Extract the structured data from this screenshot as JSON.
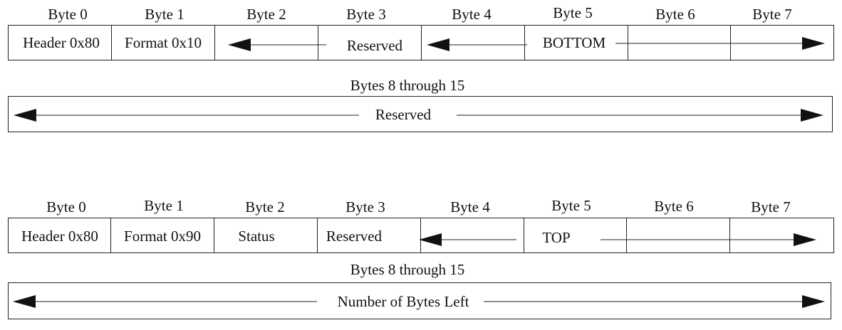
{
  "diagram_a": {
    "byte_labels": [
      "Byte 0",
      "Byte 1",
      "Byte 2",
      "Byte 3",
      "Byte 4",
      "Byte 5",
      "Byte 6",
      "Byte 7"
    ],
    "cell_header": "Header 0x80",
    "cell_format": "Format 0x10",
    "cell_reserved": "Reserved",
    "cell_bottom": "BOTTOM",
    "bytes_label": "Bytes 8 through 15",
    "wide_reserved": "Reserved"
  },
  "diagram_b": {
    "byte_labels": [
      "Byte 0",
      "Byte 1",
      "Byte 2",
      "Byte 3",
      "Byte 4",
      "Byte 5",
      "Byte 6",
      "Byte 7"
    ],
    "cell_header": "Header 0x80",
    "cell_format": "Format 0x90",
    "cell_status": "Status",
    "cell_reserved": "Reserved",
    "cell_top": "TOP",
    "bytes_label": "Bytes 8 through 15",
    "wide_bytes_left": "Number of Bytes Left"
  }
}
